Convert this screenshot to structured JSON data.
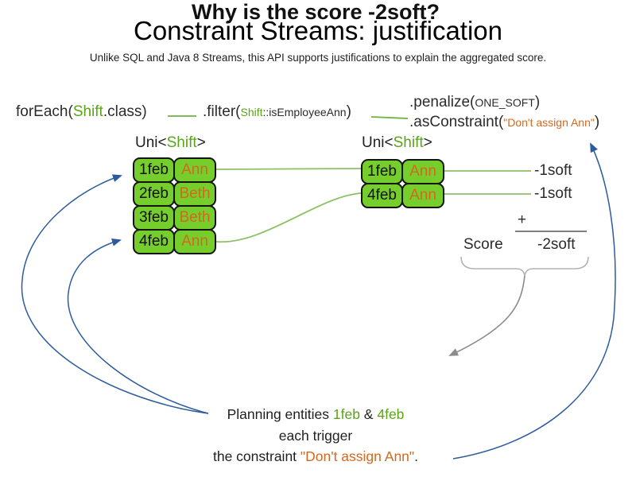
{
  "title": "Constraint Streams: justification",
  "subtitle": "Unlike SQL and Java 8 Streams, this API supports justifications to explain the aggregated score.",
  "colors": {
    "green_text": "#5aa417",
    "box_green": "#76ce2d",
    "orange": "#d2691e",
    "blue_arrow": "#2d5b9e",
    "gray_arrow": "#8c8c8c",
    "light_green_line": "#8cc063"
  },
  "code": {
    "foreach_prefix": "forEach(",
    "foreach_class": "Shift",
    "foreach_suffix": ".class)",
    "filter_prefix": ".filter(",
    "filter_class": "Shift",
    "filter_method": "::isEmployeeAnn",
    "filter_close": ")",
    "penalize_prefix": ".penalize(",
    "penalize_arg": "ONE_SOFT",
    "penalize_close": ")",
    "asconstraint_prefix": ".asConstraint(",
    "asconstraint_arg": "\"Don't assign Ann\"",
    "asconstraint_close": ")"
  },
  "left_stream": {
    "label_prefix": "Uni<",
    "label_type": "Shift",
    "label_suffix": ">",
    "rows": [
      {
        "date": "1feb",
        "employee": "Ann"
      },
      {
        "date": "2feb",
        "employee": "Beth"
      },
      {
        "date": "3feb",
        "employee": "Beth"
      },
      {
        "date": "4feb",
        "employee": "Ann"
      }
    ]
  },
  "right_stream": {
    "label_prefix": "Uni<",
    "label_type": "Shift",
    "label_suffix": ">",
    "rows": [
      {
        "date": "1feb",
        "employee": "Ann"
      },
      {
        "date": "4feb",
        "employee": "Ann"
      }
    ]
  },
  "scores": {
    "row_scores": [
      "-1soft",
      "-1soft"
    ],
    "plus": "+",
    "score_label": "Score",
    "total": "-2soft"
  },
  "explanation": {
    "heading": "Why is the score -2soft?",
    "line1_prefix": "Planning entities ",
    "line1_entity1": "1feb",
    "line1_amp": " & ",
    "line1_entity2": "4feb",
    "line2": "each trigger",
    "line3_prefix": "the constraint ",
    "line3_constraint": "\"Don't assign Ann\"",
    "line3_suffix": "."
  }
}
